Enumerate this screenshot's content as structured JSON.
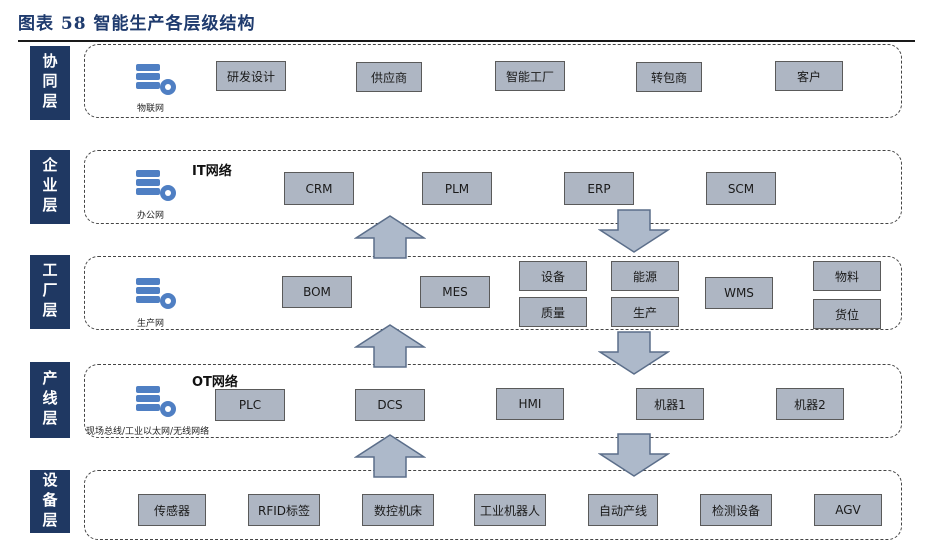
{
  "figure": {
    "title": "图表 58 智能生产各层级结构"
  },
  "layers": [
    {
      "label": "协同层"
    },
    {
      "label": "企业层"
    },
    {
      "label": "工厂层"
    },
    {
      "label": "产线层"
    },
    {
      "label": "设备层"
    }
  ],
  "icons": {
    "collab": {
      "caption": "物联网",
      "name": "server-gear-icon"
    },
    "enterprise": {
      "caption": "办公网",
      "name": "server-gear-icon"
    },
    "factory": {
      "caption": "生产网",
      "name": "server-gear-icon"
    },
    "line": {
      "caption": "现场总线/工业以太网/无线网络",
      "name": "server-gear-icon"
    }
  },
  "network_labels": {
    "it": "IT网络",
    "ot": "OT网络"
  },
  "collab_nodes": [
    "研发设计",
    "供应商",
    "智能工厂",
    "转包商",
    "客户"
  ],
  "enterprise_nodes": [
    "CRM",
    "PLM",
    "ERP",
    "SCM"
  ],
  "factory_nodes": {
    "bom": "BOM",
    "mes": "MES",
    "equipment": "设备",
    "energy": "能源",
    "quality": "质量",
    "production": "生产",
    "wms": "WMS",
    "material": "物料",
    "location": "货位"
  },
  "line_nodes": [
    "PLC",
    "DCS",
    "HMI",
    "机器1",
    "机器2"
  ],
  "device_nodes": [
    "传感器",
    "RFID标签",
    "数控机床",
    "工业机器人",
    "自动产线",
    "检测设备",
    "AGV"
  ],
  "colors": {
    "label_bg": "#1f3862",
    "node_bg": "#aeb6c3",
    "arrow_fill": "#adb9ca",
    "arrow_stroke": "#5b6e8a",
    "icon": "#4f7fc3"
  }
}
